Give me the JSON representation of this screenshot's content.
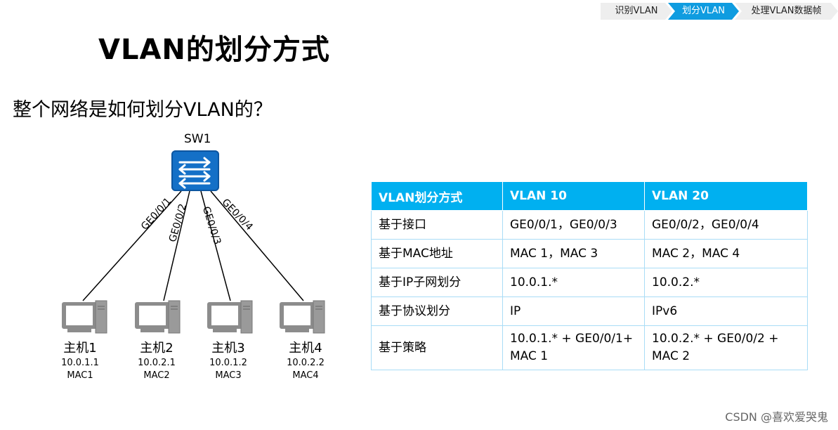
{
  "breadcrumb": {
    "items": [
      {
        "label": "识别VLAN",
        "active": false
      },
      {
        "label": "划分VLAN",
        "active": true
      },
      {
        "label": "处理VLAN数据帧",
        "active": false
      }
    ]
  },
  "slide": {
    "title": "VLAN的划分方式",
    "question": "整个网络是如何划分VLAN的？"
  },
  "diagram": {
    "switch_label": "SW1",
    "ports": [
      "GE0/0/1",
      "GE0/0/2",
      "GE0/0/3",
      "GE0/0/4"
    ],
    "hosts": [
      {
        "name": "主机1",
        "ip": "10.0.1.1",
        "mac": "MAC1"
      },
      {
        "name": "主机2",
        "ip": "10.0.2.1",
        "mac": "MAC2"
      },
      {
        "name": "主机3",
        "ip": "10.0.1.2",
        "mac": "MAC3"
      },
      {
        "name": "主机4",
        "ip": "10.0.2.2",
        "mac": "MAC4"
      }
    ]
  },
  "table": {
    "headers": [
      "VLAN划分方式",
      "VLAN 10",
      "VLAN 20"
    ],
    "rows": [
      [
        "基于接口",
        "GE0/0/1，GE0/0/3",
        "GE0/0/2，GE0/0/4"
      ],
      [
        "基于MAC地址",
        "MAC 1，MAC 3",
        "MAC 2，MAC 4"
      ],
      [
        "基于IP子网划分",
        "10.0.1.*",
        "10.0.2.*"
      ],
      [
        "基于协议划分",
        "IP",
        "IPv6"
      ],
      [
        "基于策略",
        "10.0.1.* + GE0/0/1+ MAC 1",
        "10.0.2.* + GE0/0/2 + MAC 2"
      ]
    ]
  },
  "watermark": "CSDN @喜欢爱哭鬼",
  "colors": {
    "accent": "#00b0f0",
    "breadcrumb_active": "#0f9ce0",
    "switch": "#1470c7",
    "table_border": "#a9dcf6"
  }
}
